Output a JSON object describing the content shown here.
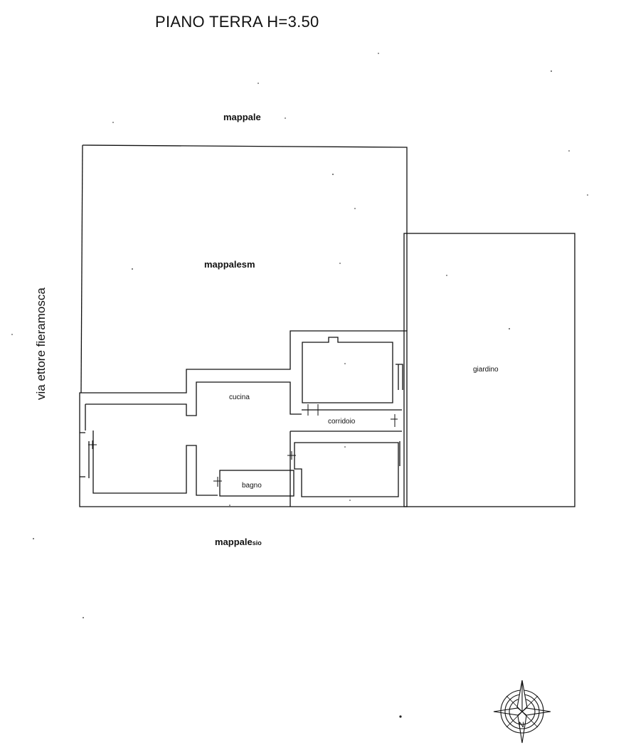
{
  "title": "PIANO TERRA H=3.50",
  "labels": {
    "north_parcel": "mappale",
    "main_parcel": "mappale",
    "main_parcel_suffix": "sm",
    "south_parcel": "mappale",
    "south_parcel_suffix": "sio",
    "street": "via ettore fieramosca",
    "garden": "giardino",
    "kitchen": "cucina",
    "corridor": "corridoio",
    "bathroom": "bagno"
  },
  "compass": {
    "letter": "N"
  },
  "colors": {
    "ink": "#111111",
    "background": "#ffffff"
  }
}
